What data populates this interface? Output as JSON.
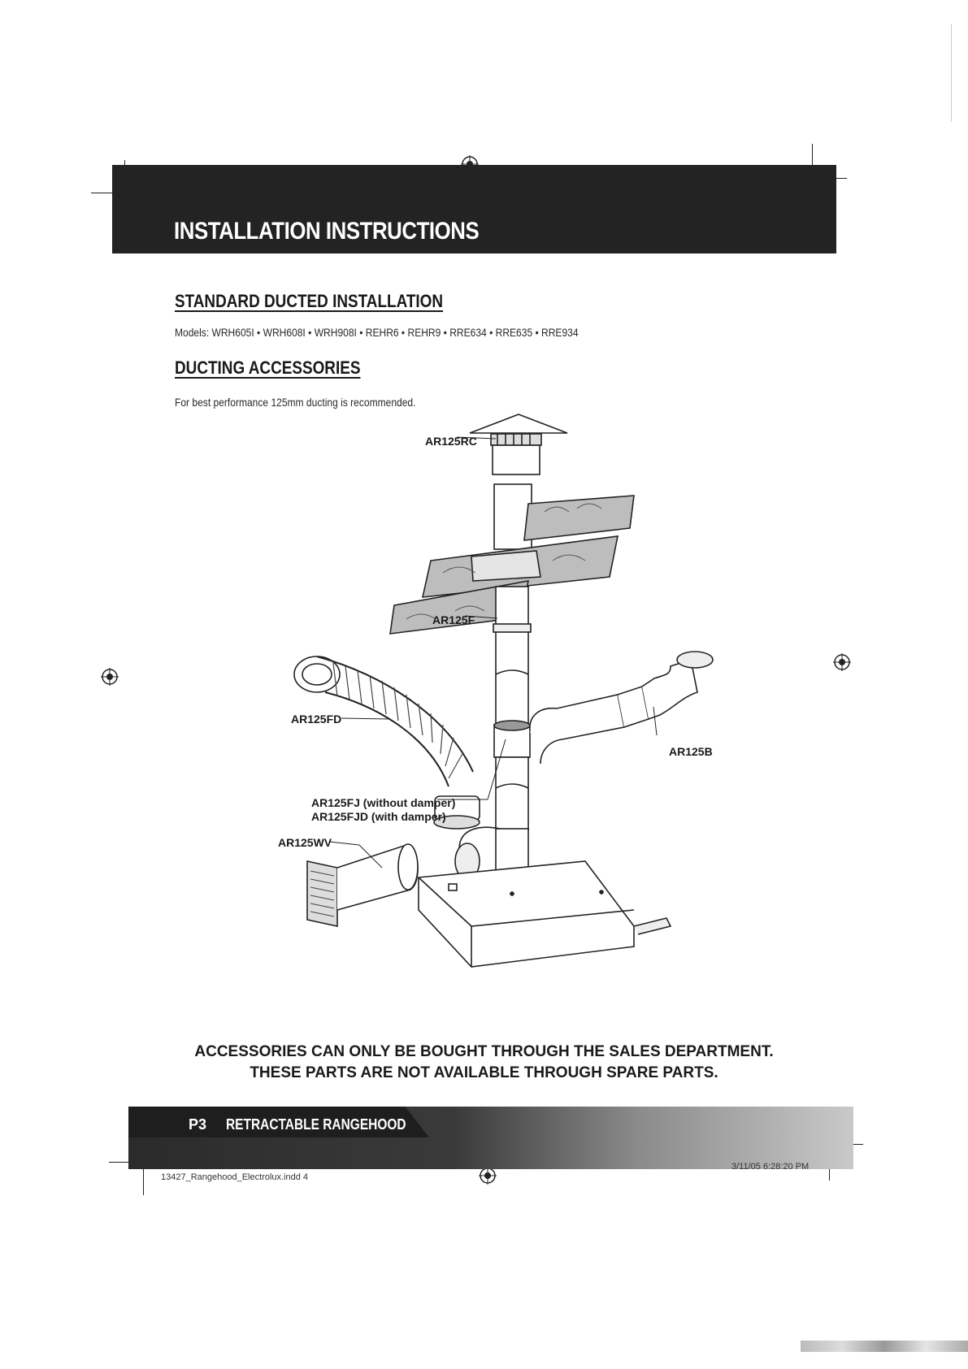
{
  "header": {
    "title": "INSTALLATION INSTRUCTIONS"
  },
  "sections": {
    "standard": {
      "title": "STANDARD DUCTED INSTALLATION",
      "models": "Models: WRH605I • WRH608I • WRH908I • REHR6 • REHR9 • RRE634 • RRE635 • RRE934"
    },
    "accessories": {
      "title": "DUCTING ACCESSORIES",
      "note": "For best performance 125mm ducting is recommended."
    }
  },
  "diagram": {
    "labels": {
      "rc": "AR125RC",
      "f": "AR125F",
      "fd": "AR125FD",
      "b": "AR125B",
      "fj": "AR125FJ  (without damper)",
      "fjd": "AR125FJD  (with damper)",
      "wv": "AR125WV"
    }
  },
  "notice": {
    "line1": "ACCESSORIES CAN ONLY BE BOUGHT THROUGH THE SALES DEPARTMENT.",
    "line2": "THESE PARTS ARE NOT AVAILABLE THROUGH SPARE PARTS."
  },
  "footer": {
    "page": "P3",
    "title": "RETRACTABLE RANGEHOOD",
    "file": "13427_Rangehood_Electrolux.indd   4",
    "timestamp": "3/11/05   6:28:20 PM"
  }
}
